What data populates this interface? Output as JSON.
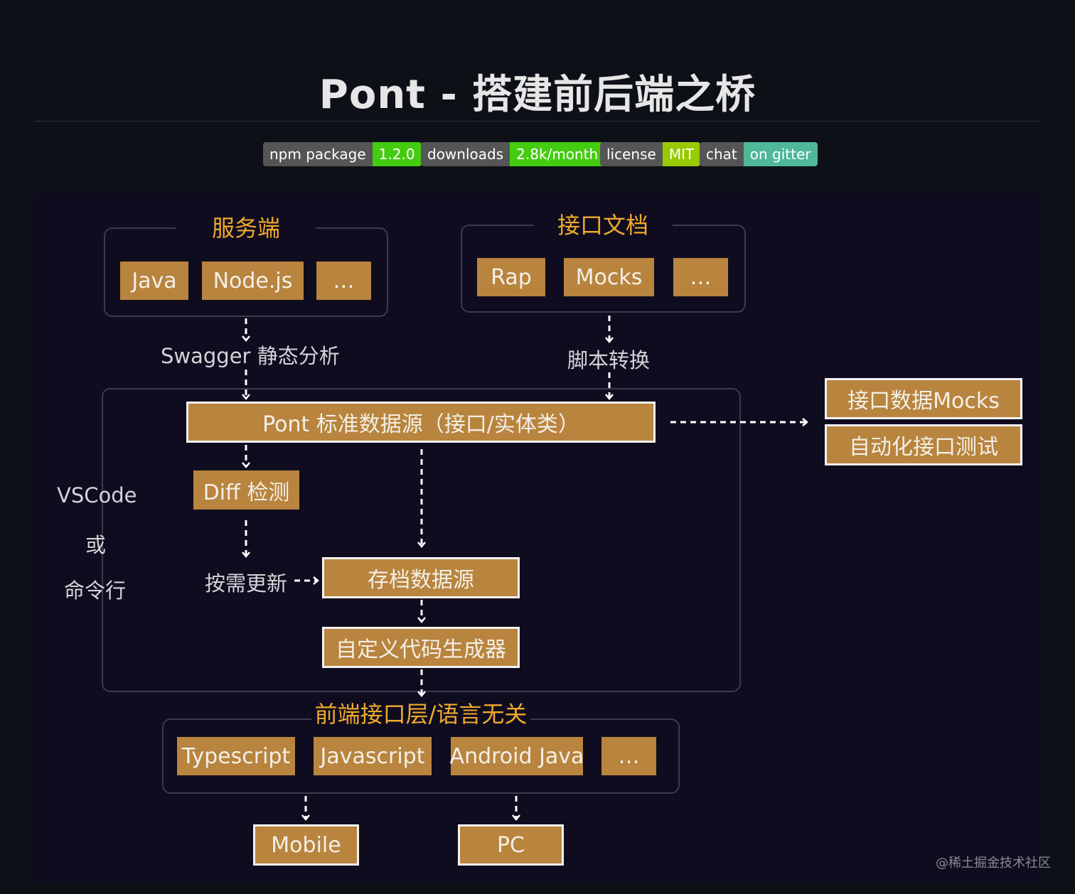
{
  "title": "Pont - 搭建前后端之桥",
  "badges": [
    {
      "label": "npm package",
      "value": "1.2.0",
      "color": "#44cc11"
    },
    {
      "label": "downloads",
      "value": "2.8k/month",
      "color": "#44cc11"
    },
    {
      "label": "license",
      "value": "MIT",
      "color": "#97ca00"
    },
    {
      "label": "chat",
      "value": "on gitter",
      "color": "#4eb899"
    }
  ],
  "server": {
    "label": "服务端",
    "items": [
      "Java",
      "Node.js",
      "…"
    ]
  },
  "docs": {
    "label": "接口文档",
    "items": [
      "Rap",
      "Mocks",
      "…"
    ]
  },
  "swagger_label": "Swagger 静态分析",
  "script_label": "脚本转换",
  "pont_source": "Pont 标准数据源（接口/实体类）",
  "right_boxes": [
    "接口数据Mocks",
    "自动化接口测试"
  ],
  "vscode": {
    "line1": "VSCode",
    "line2": "或",
    "line3": "命令行"
  },
  "diff": "Diff 检测",
  "update_label": "按需更新",
  "archive": "存档数据源",
  "codegen": "自定义代码生成器",
  "frontend": {
    "label": "前端接口层/语言无关",
    "items": [
      "Typescript",
      "Javascript",
      "Android Java",
      "…"
    ]
  },
  "targets": [
    "Mobile",
    "PC"
  ],
  "watermark": "@稀土掘金技术社区"
}
